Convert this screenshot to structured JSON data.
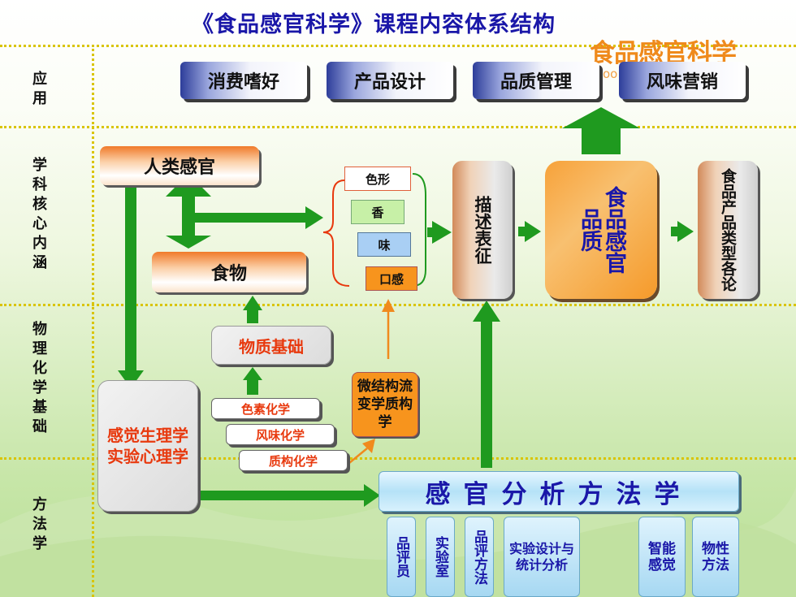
{
  "title": "《食品感官科学》课程内容体系结构",
  "logo": {
    "text": "食品感官科学",
    "subtitle": "oo e"
  },
  "rows": {
    "application": "应用",
    "core": "学科核心内涵",
    "physchem": "物理化学基础",
    "method": "方法学"
  },
  "applications": [
    "消费嗜好",
    "产品设计",
    "品质管理",
    "风味营销"
  ],
  "human_senses": "人类感官",
  "food": "食物",
  "attributes": [
    "色形",
    "香",
    "味",
    "口感"
  ],
  "describe": "描述表征",
  "quality": "食品感官品质",
  "product_types": "食品产品类型各论",
  "material_basis": "物质基础",
  "chemistry": [
    "色素化学",
    "风味化学",
    "质构化学"
  ],
  "microstructure": "微结构流变学质构学",
  "physiology": "感觉生理学实验心理学",
  "methodology": "感官分析方法学",
  "methods": [
    "品评员",
    "实验室",
    "品评方法",
    "实验设计与统计分析",
    "智能感觉",
    "物性方法"
  ],
  "colors": {
    "title": "#1a17a8",
    "green": "#1f9a1f",
    "orange": "#f28a1e",
    "red": "#e8390e",
    "blue": "#1a17a8"
  }
}
